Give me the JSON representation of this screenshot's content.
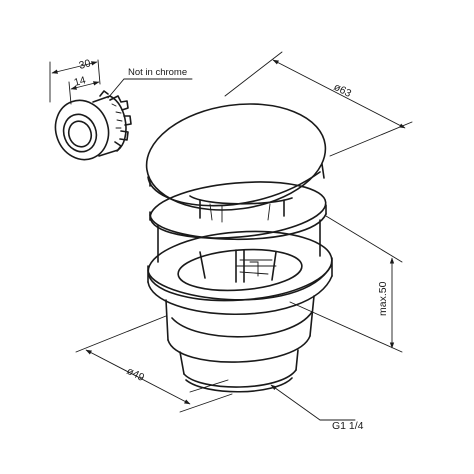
{
  "labels": {
    "width_30": "30",
    "width_14": "14",
    "note_not_in_chrome": "Not in chrome",
    "diameter_63": "ø63",
    "height_max50": "max.50",
    "diameter_49": "ø49",
    "thread_g114": "G1 1/4"
  },
  "colors": {
    "line": "#1a1a1a",
    "background": "#ffffff"
  }
}
